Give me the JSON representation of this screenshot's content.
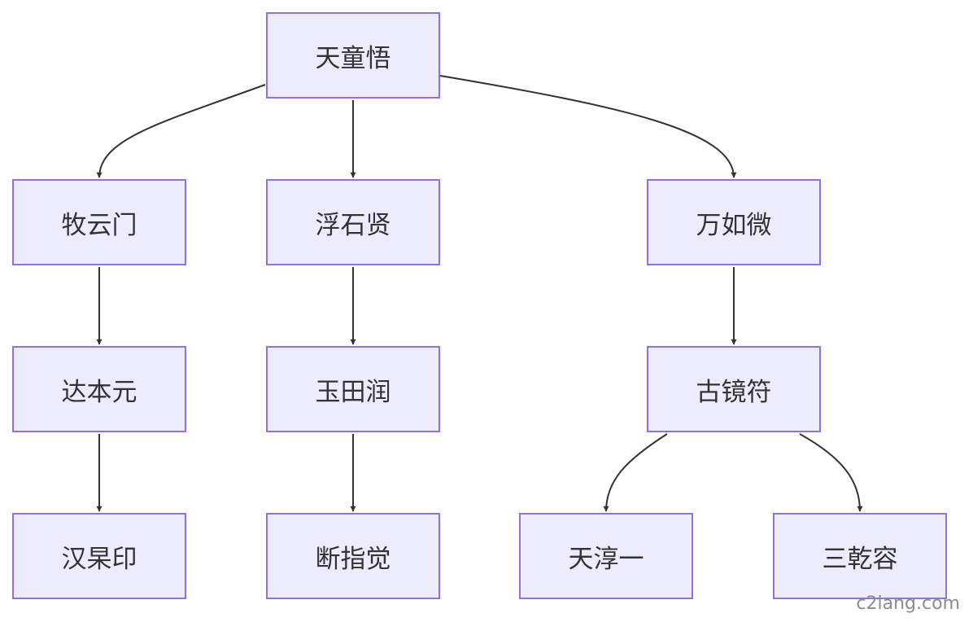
{
  "diagram": {
    "nodes": {
      "root": {
        "label": "天童悟"
      },
      "muyunmen": {
        "label": "牧云门"
      },
      "dabenyuan": {
        "label": "达本元"
      },
      "hanguoyin": {
        "label": "汉杲印"
      },
      "fushixian": {
        "label": "浮石贤"
      },
      "yutianrun": {
        "label": "玉田润"
      },
      "duanzhijue": {
        "label": "断指觉"
      },
      "wanruwei": {
        "label": "万如微"
      },
      "gujingfu": {
        "label": "古镜符"
      },
      "tianchunyi": {
        "label": "天淳一"
      },
      "sanqianrong": {
        "label": "三乾容"
      }
    },
    "edges": [
      [
        "root",
        "muyunmen"
      ],
      [
        "root",
        "fushixian"
      ],
      [
        "root",
        "wanruwei"
      ],
      [
        "muyunmen",
        "dabenyuan"
      ],
      [
        "dabenyuan",
        "hanguoyin"
      ],
      [
        "fushixian",
        "yutianrun"
      ],
      [
        "yutianrun",
        "duanzhijue"
      ],
      [
        "wanruwei",
        "gujingfu"
      ],
      [
        "gujingfu",
        "tianchunyi"
      ],
      [
        "gujingfu",
        "sanqianrong"
      ]
    ],
    "colors": {
      "node_fill": "#ececff",
      "node_border": "#9370db",
      "edge": "#333333",
      "text": "#333333"
    }
  },
  "watermark": "c2lang.com"
}
